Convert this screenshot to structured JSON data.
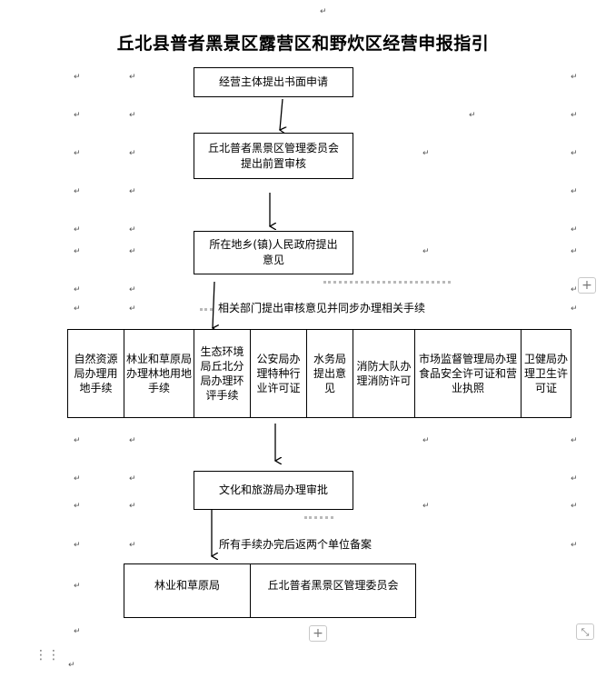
{
  "title": "丘北县普者黑景区露营区和野炊区经营申报指引",
  "steps": {
    "step1": "经营主体提出书面申请",
    "step2_line1": "丘北普者黑景区管理委员会",
    "step2_line2": "提出前置审核",
    "step3_line1": "所在地乡(镇)人民政府提出",
    "step3_line2": "意见",
    "step5": "文化和旅游局办理审批"
  },
  "notes": {
    "departments_note": "相关部门提出审核意见并同步办理相关手续",
    "archive_note": "所有手续办完后返两个单位备案"
  },
  "departments": [
    "自然资源局办理用地手续",
    "林业和草原局办理林地用地手续",
    "生态环境局丘北分局办理环评手续",
    "公安局办理特种行业许可证",
    "水务局提出意见",
    "消防大队办理消防许可",
    "市场监督管理局办理食品安全许可证和营业执照",
    "卫健局办理卫生许可证"
  ],
  "archive_units": [
    "林业和草原局",
    "丘北普者黑景区管理委员会"
  ],
  "editor": {
    "paragraph_mark": "↵",
    "top_mark": "↵",
    "plus_label": "+",
    "resize_label": "⤡",
    "grip_label": "⋮⋮"
  }
}
